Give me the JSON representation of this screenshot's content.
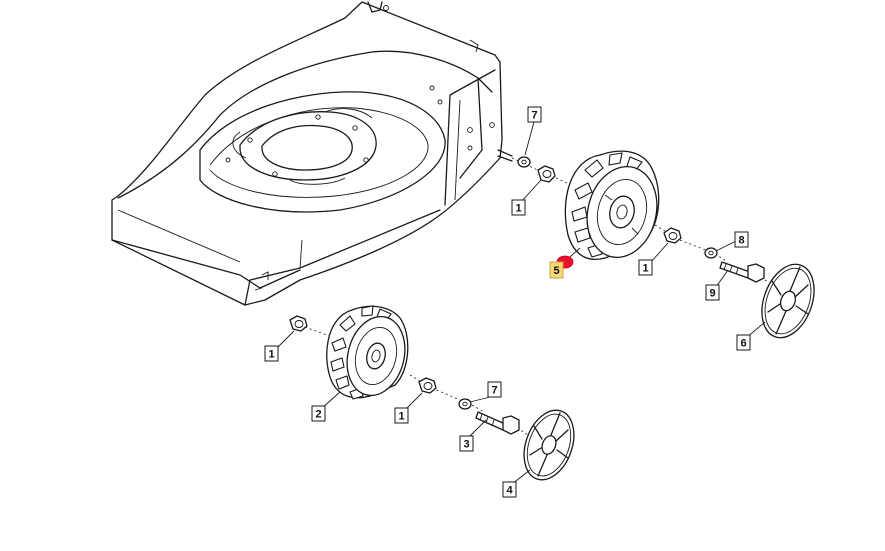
{
  "callouts": {
    "nut_rear_left": "1",
    "nut_rear_right": "1",
    "nut_front_left": "1",
    "nut_front_right": "1",
    "front_wheel": "2",
    "front_bolt": "3",
    "front_hubcap": "4",
    "rear_wheel": "5",
    "rear_hubcap": "6",
    "washer_rear_top": "7",
    "washer_front": "7",
    "washer_rear_right": "8",
    "rear_bolt": "9"
  },
  "colors": {
    "line": "#1a1a1a",
    "highlight_tag": "#f7d97a",
    "marker": "#e8102a"
  }
}
